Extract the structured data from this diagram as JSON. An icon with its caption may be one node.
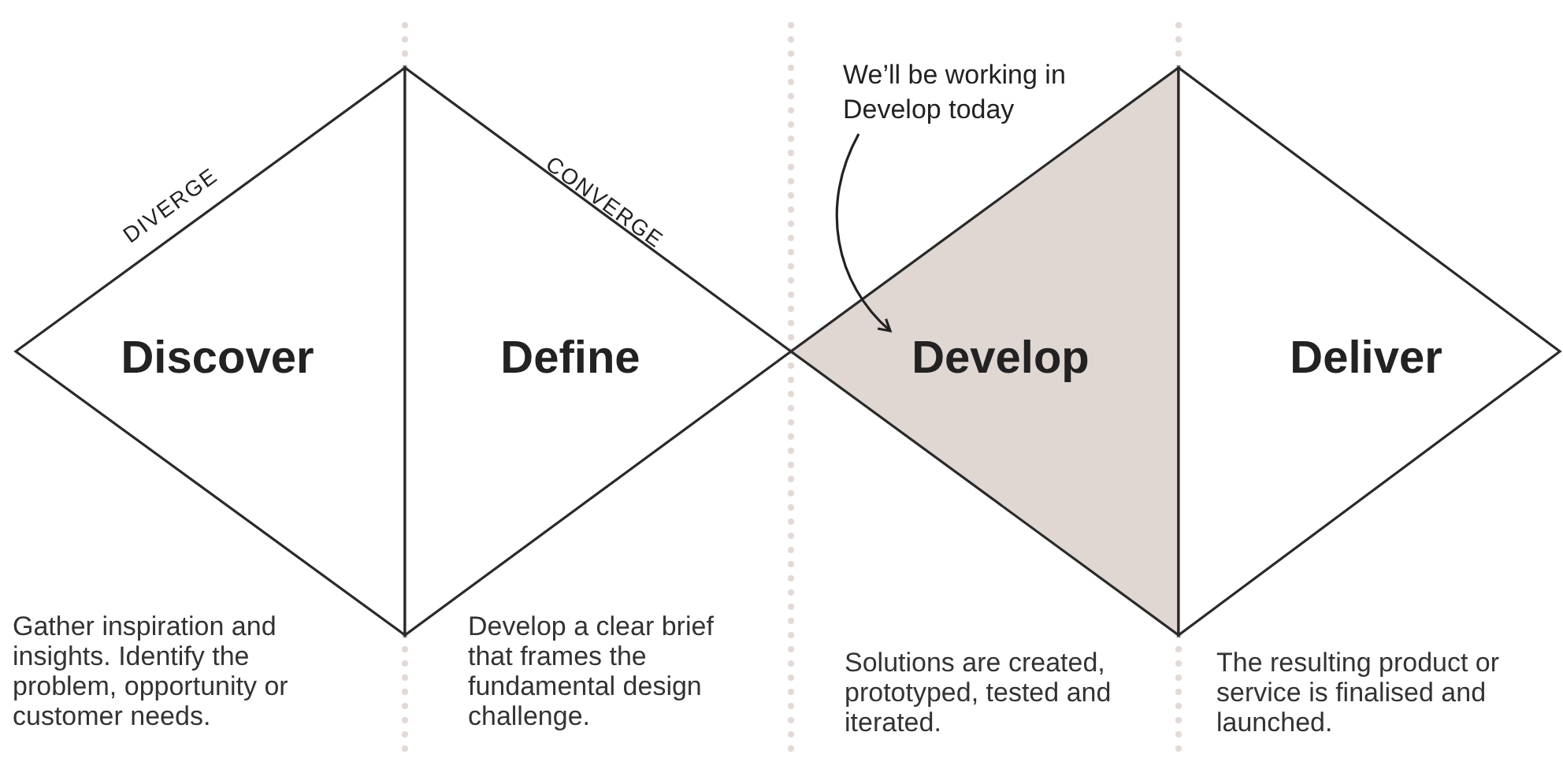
{
  "diagram": {
    "nodes": [
      {
        "text": [
          "Discover"
        ],
        "beside": [
          "Gather inspiration and insights. Identify the problem, opportunity or customer needs."
        ]
      },
      {
        "text": [
          "Define"
        ],
        "beside": [
          "Develop a clear brief that frames the fundamental design challenge."
        ]
      },
      {
        "text": [
          "Develop"
        ],
        "beside": [
          "Solutions are created, prototyped, tested and iterated."
        ]
      },
      {
        "text": [
          "Deliver"
        ],
        "beside": [
          "The resulting product or service is finalised and launched."
        ]
      },
      {
        "text": [
          "We’ll be working in Develop today"
        ]
      }
    ],
    "edges": [
      {
        "from": 4,
        "to": 2,
        "arrow": "to"
      }
    ],
    "labels": [
      "DIVERGE",
      "CONVERGE"
    ]
  }
}
